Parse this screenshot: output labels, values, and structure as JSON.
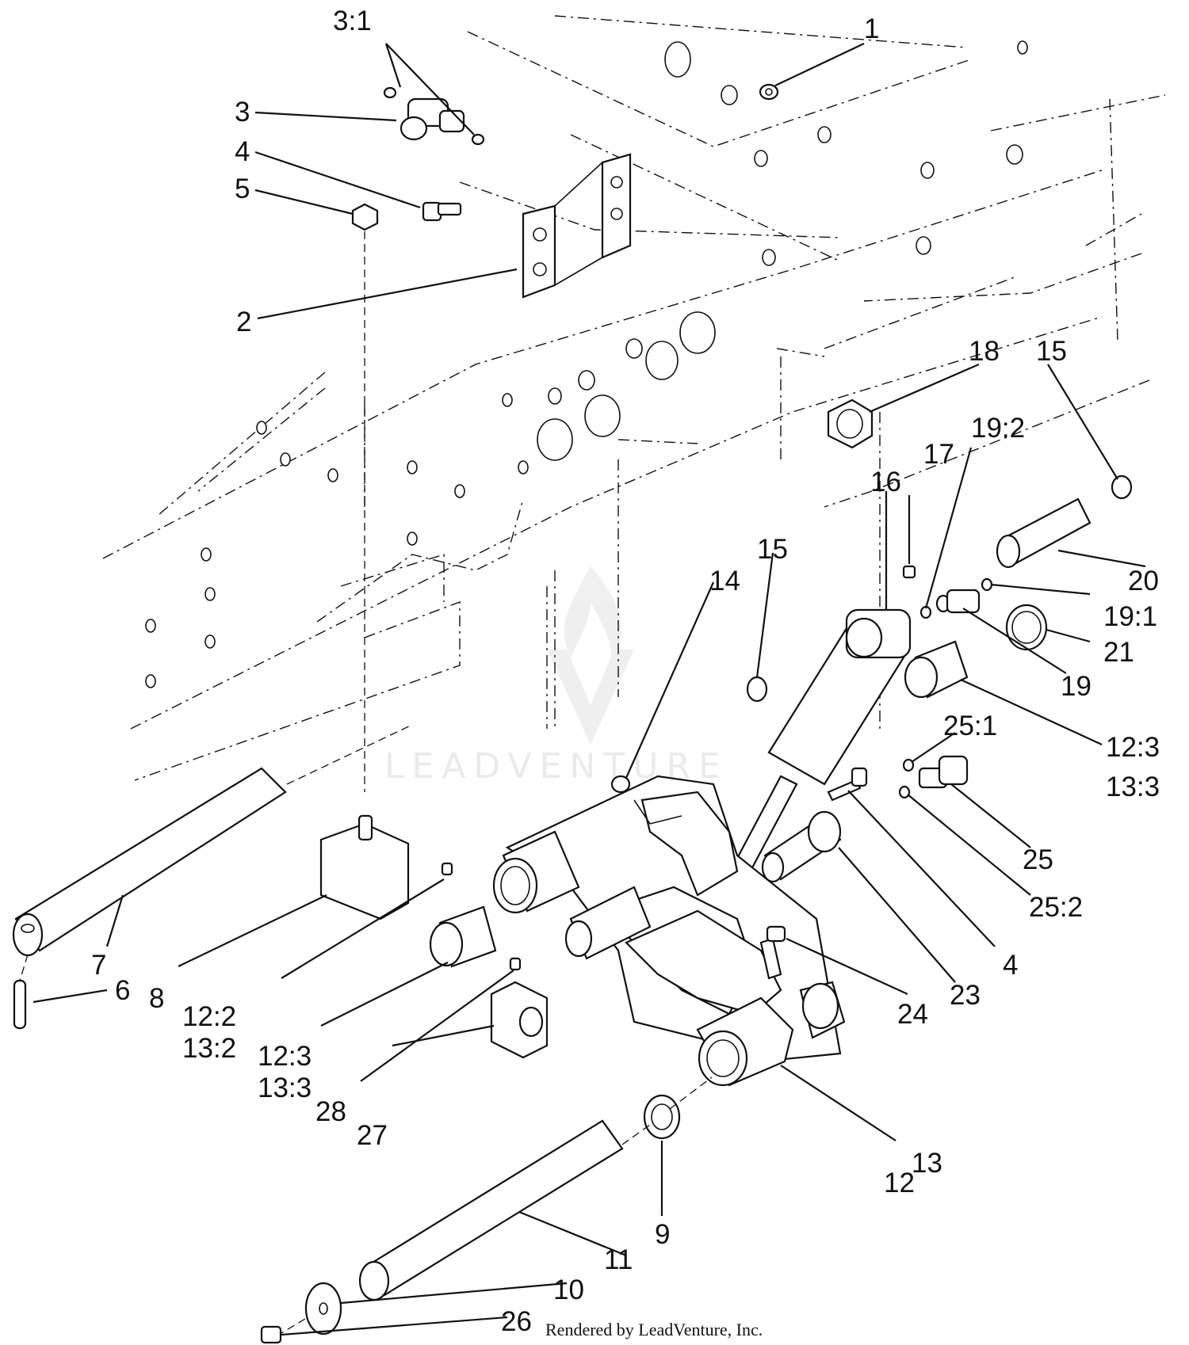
{
  "callouts": [
    {
      "id": "c1",
      "text": "1"
    },
    {
      "id": "c2",
      "text": "2"
    },
    {
      "id": "c3",
      "text": "3"
    },
    {
      "id": "c3_1",
      "text": "3:1"
    },
    {
      "id": "c4a",
      "text": "4"
    },
    {
      "id": "c4b",
      "text": "4"
    },
    {
      "id": "c5",
      "text": "5"
    },
    {
      "id": "c6",
      "text": "6"
    },
    {
      "id": "c7",
      "text": "7"
    },
    {
      "id": "c8",
      "text": "8"
    },
    {
      "id": "c9",
      "text": "9"
    },
    {
      "id": "c10",
      "text": "10"
    },
    {
      "id": "c11",
      "text": "11"
    },
    {
      "id": "c12",
      "text": "12"
    },
    {
      "id": "c13",
      "text": "13"
    },
    {
      "id": "c12_2",
      "text": "12:2"
    },
    {
      "id": "c13_2",
      "text": "13:2"
    },
    {
      "id": "c12_3a",
      "text": "12:3"
    },
    {
      "id": "c13_3a",
      "text": "13:3"
    },
    {
      "id": "c12_3b",
      "text": "12:3"
    },
    {
      "id": "c13_3b",
      "text": "13:3"
    },
    {
      "id": "c14",
      "text": "14"
    },
    {
      "id": "c15a",
      "text": "15"
    },
    {
      "id": "c15b",
      "text": "15"
    },
    {
      "id": "c16",
      "text": "16"
    },
    {
      "id": "c17",
      "text": "17"
    },
    {
      "id": "c18",
      "text": "18"
    },
    {
      "id": "c19",
      "text": "19"
    },
    {
      "id": "c19_1",
      "text": "19:1"
    },
    {
      "id": "c19_2",
      "text": "19:2"
    },
    {
      "id": "c20",
      "text": "20"
    },
    {
      "id": "c21",
      "text": "21"
    },
    {
      "id": "c23",
      "text": "23"
    },
    {
      "id": "c24",
      "text": "24"
    },
    {
      "id": "c25",
      "text": "25"
    },
    {
      "id": "c25_1",
      "text": "25:1"
    },
    {
      "id": "c25_2",
      "text": "25:2"
    },
    {
      "id": "c26",
      "text": "26"
    },
    {
      "id": "c27",
      "text": "27"
    },
    {
      "id": "c28",
      "text": "28"
    }
  ],
  "credit": "Rendered by LeadVenture, Inc.",
  "watermark": "LEADVENTURE",
  "colors": {
    "ink": "#111111",
    "watermark": "#d9d9d9",
    "background": "#ffffff"
  }
}
